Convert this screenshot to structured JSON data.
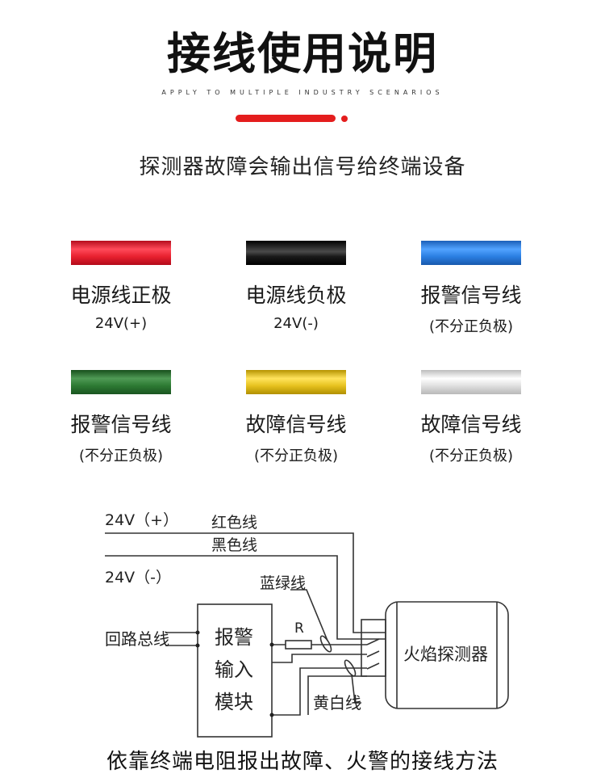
{
  "header": {
    "title": "接线使用说明",
    "subtitle": "APPLY TO MULTIPLE INDUSTRY SCENARIOS",
    "accent_color": "#e41d1d"
  },
  "intro": "探测器故障会输出信号给终端设备",
  "wires": [
    {
      "label": "电源线正极",
      "note": "24V(+)",
      "color": "#e8212f"
    },
    {
      "label": "电源线负极",
      "note": "24V(-)",
      "color": "#1a1a1a"
    },
    {
      "label": "报警信号线",
      "note": "(不分正负极)",
      "color": "#2b7fe2"
    },
    {
      "label": "报警信号线",
      "note": "(不分正负极)",
      "color": "#2d7a33"
    },
    {
      "label": "故障信号线",
      "note": "(不分正负极)",
      "color": "#e7c21f"
    },
    {
      "label": "故障信号线",
      "note": "(不分正负极)",
      "color": "#e0e0e0"
    }
  ],
  "diagram": {
    "v_pos": "24V（+）",
    "v_neg": "24V（-）",
    "red_wire": "红色线",
    "black_wire": "黑色线",
    "blue_green_wire": "蓝绿线",
    "loop_bus": "回路总线",
    "resistor": "R",
    "module_line1": "报警",
    "module_line2": "输入",
    "module_line3": "模块",
    "yellow_white_wire": "黄白线",
    "detector": "火焰探测器"
  },
  "caption": "依靠终端电阻报出故障、火警的接线方法"
}
